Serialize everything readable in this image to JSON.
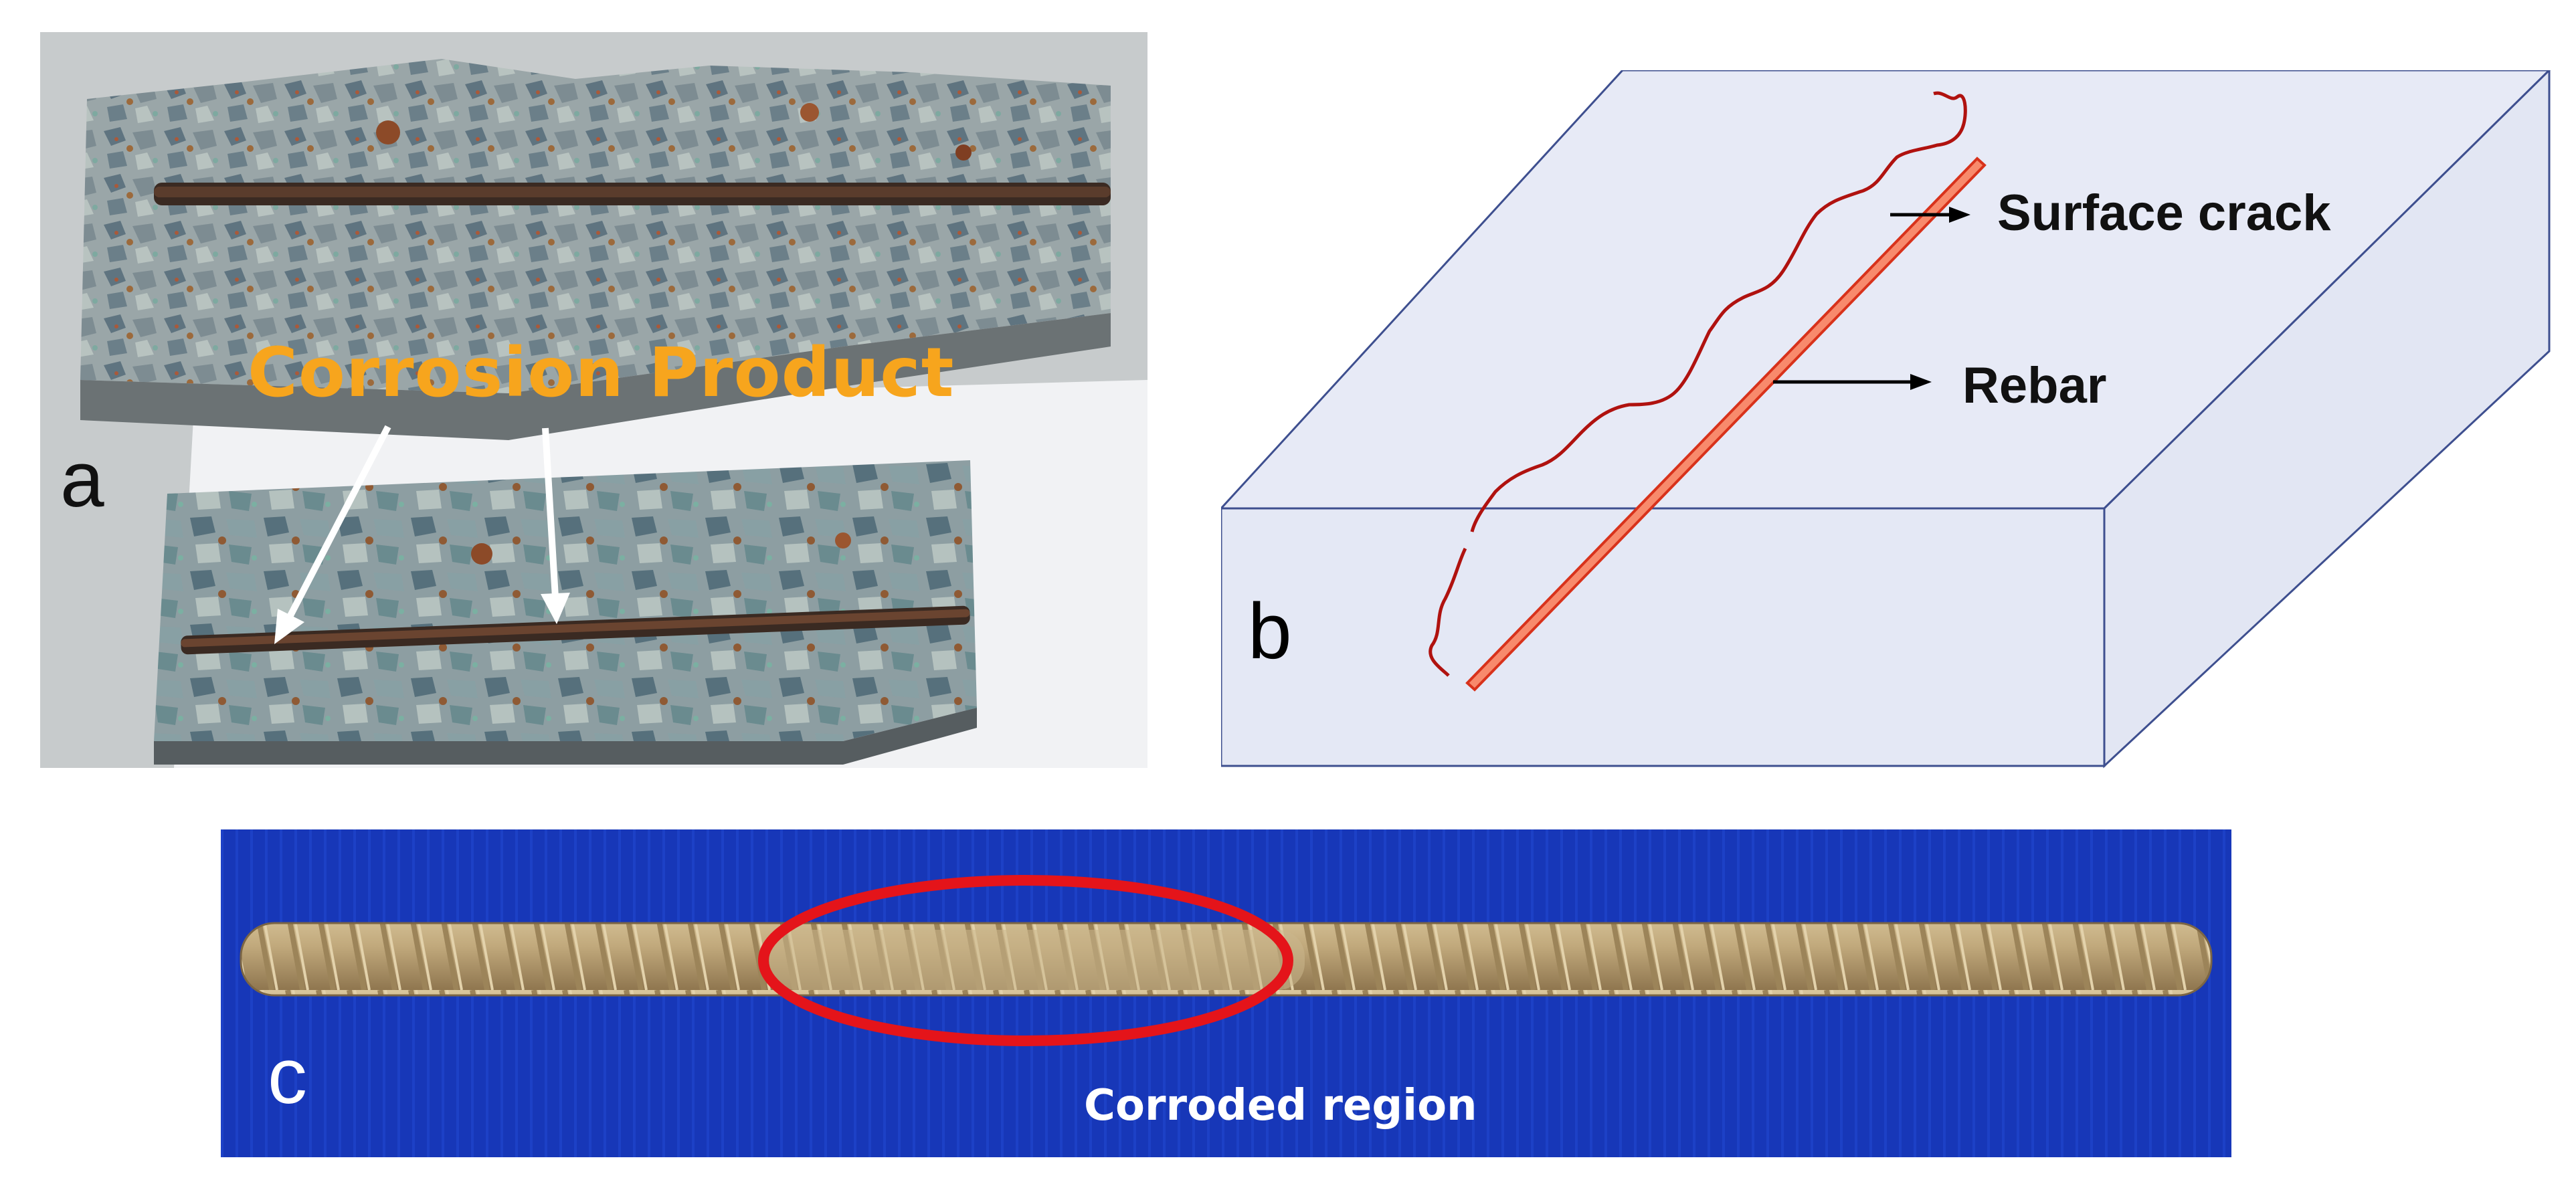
{
  "figure": {
    "panel_a": {
      "letter": "a",
      "annotation": "Corrosion Product",
      "colors": {
        "annotation": "#f7a51d",
        "arrows": "#ffffff"
      }
    },
    "panel_b": {
      "letter": "b",
      "labels": {
        "surface_crack": "Surface crack",
        "rebar": "Rebar"
      },
      "colors": {
        "block_fill": "#e7eaf6",
        "block_edge": "#3e4f8f",
        "crack": "#b0120f",
        "rebar_fill": "#f88a6c",
        "rebar_edge": "#d8321b"
      }
    },
    "panel_c": {
      "letter": "c",
      "annotation": "Corroded region",
      "colors": {
        "background": "#1737b8",
        "ellipse": "#e4141a",
        "rebar": "#b9a278"
      }
    }
  }
}
